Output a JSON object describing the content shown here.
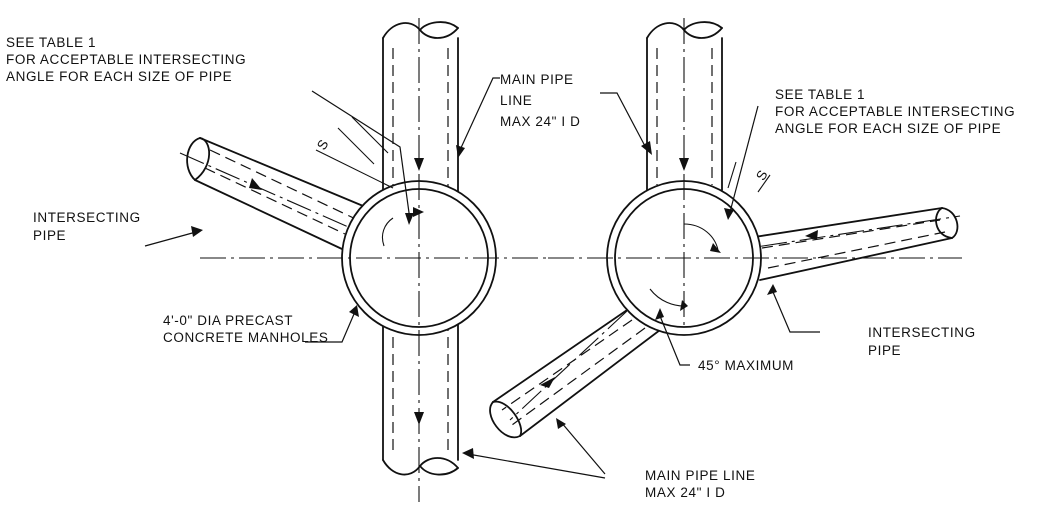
{
  "left_detail": {
    "note_angle": [
      "SEE TABLE 1",
      "FOR ACCEPTABLE INTERSECTING",
      "ANGLE FOR EACH SIZE OF PIPE"
    ],
    "main_pipe": [
      "MAIN PIPE",
      "LINE",
      "MAX 24\" I D"
    ],
    "intersecting_pipe": [
      "INTERSECTING",
      "PIPE"
    ],
    "manhole": [
      "4'-0\" DIA PRECAST",
      "CONCRETE MANHOLES"
    ],
    "spacing_symbol": "S"
  },
  "right_detail": {
    "note_angle": [
      "SEE TABLE 1",
      "FOR ACCEPTABLE INTERSECTING",
      "ANGLE FOR EACH SIZE OF PIPE"
    ],
    "spacing_symbol": "S",
    "intersecting_pipe": [
      "INTERSECTING",
      "PIPE"
    ],
    "max_angle": "45° MAXIMUM"
  },
  "bottom_note": [
    "MAIN PIPE LINE",
    "MAX 24\" I D"
  ]
}
